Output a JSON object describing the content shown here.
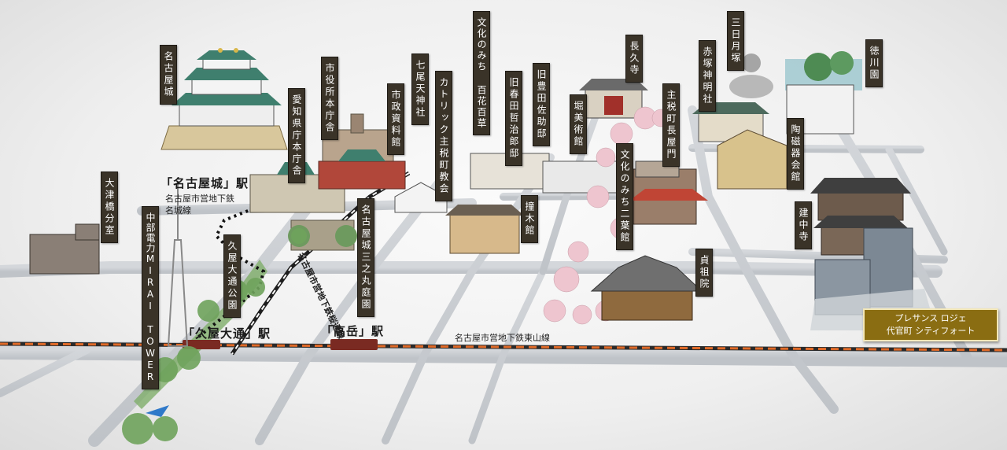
{
  "places": {
    "nagoya_castle": "名古屋城",
    "aichi_pref": "愛知県庁本庁舎",
    "city_hall": "市役所本庁舎",
    "city_archives": "市政資料館",
    "shichio": "七尾天神社",
    "catholic": "カトリック主税町教会",
    "bunka_hyakka": "文化のみち 百花百草",
    "haruta": "旧春田哲治郎邸",
    "toyoda": "旧豊田佐助邸",
    "choukyuji": "長久寺",
    "horibi": "堀美術館",
    "bunka_futaba": "文化のみち二葉館",
    "chikara_gate": "主税町長屋門",
    "akatsuka": "赤塚神明社",
    "mikazuki": "三日月塚",
    "tokugawa": "徳川園",
    "toji": "陶磁器会館",
    "kenchuji": "建中寺",
    "teisoin": "貞祖院",
    "shumokukan": "撞木館",
    "sannomaru": "名古屋城三之丸庭園",
    "otsu": "大津橋分室",
    "chubu_tower": "中部電力MIRAI TOWER",
    "hisaya_park": "久屋大通公園"
  },
  "stations": {
    "nagoyajo": "「名古屋城」駅",
    "nagoyajo_line": "名古屋市営地下鉄\n名城線",
    "hisaya": "「久屋大通」駅",
    "takaoka": "「高岳」駅"
  },
  "lines": {
    "higashiyama": "名古屋市営地下鉄東山線",
    "sakuradori": "名古屋市営地下鉄桜通線"
  },
  "property": {
    "line1": "プレサンス ロジェ",
    "line2": "代官町 シティフォート"
  },
  "colors": {
    "label_bg": "#3a3328",
    "property_bg": "#8a6d12",
    "road": "#c9ccd1",
    "subway_dash": "#e06a28"
  }
}
